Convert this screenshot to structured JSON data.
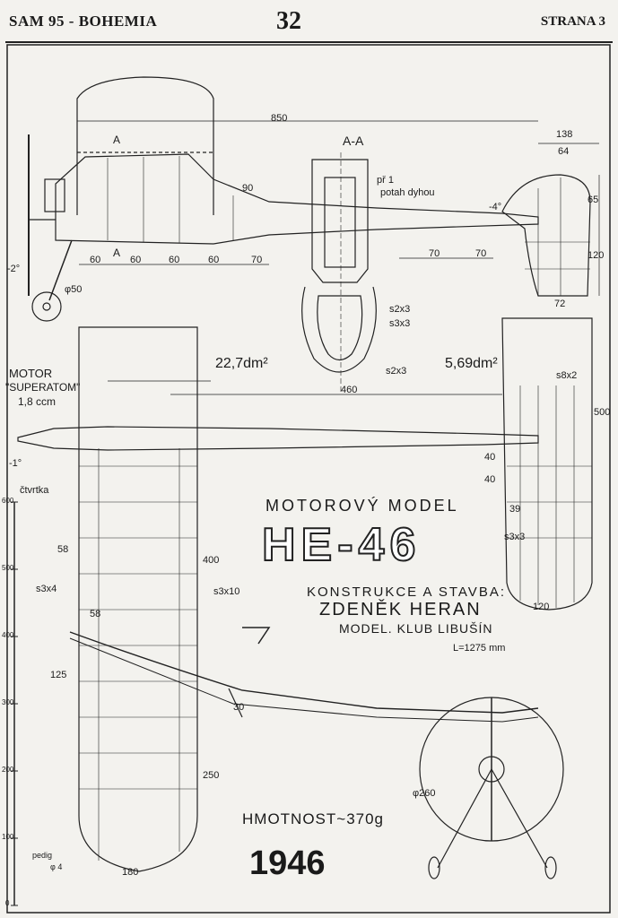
{
  "header": {
    "left": "SAM 95 - BOHEMIA",
    "page_number": "32",
    "right": "STRANA 3"
  },
  "title": {
    "line1": "MOTOROVÝ  MODEL",
    "model": "HE-46",
    "line2": "KONSTRUKCE  A  STAVBA:",
    "designer": "ZDENĚK  HERAN",
    "club": "MODEL. KLUB  LIBUŠÍN",
    "length": "L=1275 mm",
    "weight": "HMOTNOST~370g",
    "year": "1946"
  },
  "motor": {
    "label": "MOTOR",
    "name": "\"SUPERATOM\"",
    "displacement": "1,8 ccm"
  },
  "section_label": "A-A",
  "section_marks": [
    "A",
    "A"
  ],
  "areas": {
    "wing": "22,7dm²",
    "stabilizer": "5,69dm²"
  },
  "notes": {
    "ply": "př 1",
    "covering": "potah dyhou",
    "ctvrtka": "čtvrtka",
    "pedig": "pedig",
    "pedig_size": "φ 4"
  },
  "dims": {
    "d850": "850",
    "d138": "138",
    "d64": "64",
    "d65": "65",
    "d120_fin": "120",
    "d72": "72",
    "d90": "90",
    "d60a": "60",
    "d60b": "60",
    "d60c": "60",
    "d60d": "60",
    "d70a": "70",
    "d70b": "70",
    "d70c": "70",
    "phi50": "φ50",
    "neg2": "-2°",
    "neg1": "-1°",
    "neg4": "-4°",
    "d460": "460",
    "d500": "500",
    "d40a": "40",
    "d40b": "40",
    "d39": "39",
    "d120_stab": "120",
    "s8x2": "s8x2",
    "s3x3_stab": "s3x3",
    "s2x3a": "s2x3",
    "s3x3_sec": "s3x3",
    "s2x3b": "s2x3",
    "d400": "400",
    "d58a": "58",
    "d58b": "58",
    "s3x4": "s3x4",
    "s3x10": "s3x10",
    "d125": "125",
    "d30": "30",
    "d250": "250",
    "d180": "180",
    "phi260": "φ260"
  },
  "scale": [
    "600",
    "500",
    "400",
    "300",
    "200",
    "100",
    "0"
  ]
}
